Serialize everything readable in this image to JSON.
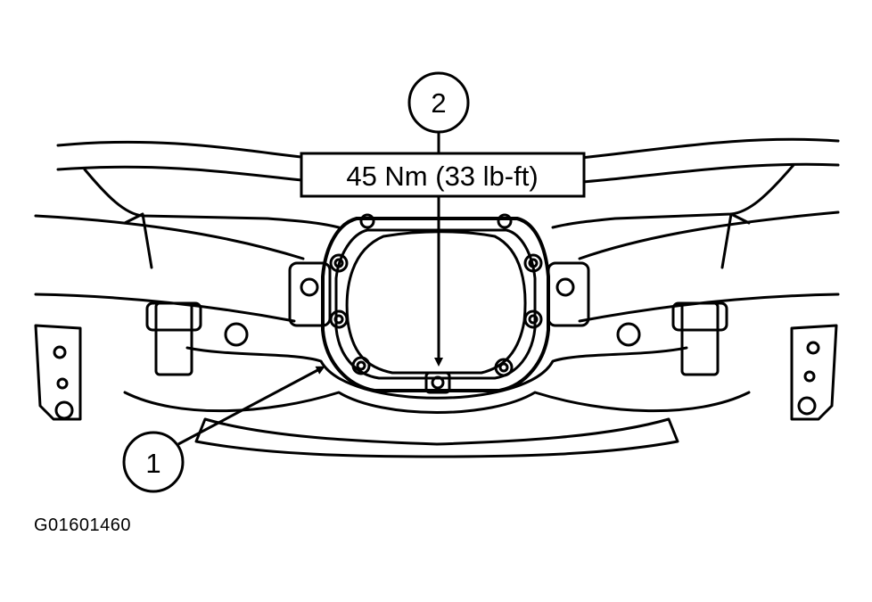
{
  "callouts": [
    {
      "number": "1"
    },
    {
      "number": "2"
    }
  ],
  "torque_label": "45 Nm (33 lb-ft)",
  "figure_id": "G01601460",
  "colors": {
    "line": "#000000",
    "background": "#ffffff"
  }
}
